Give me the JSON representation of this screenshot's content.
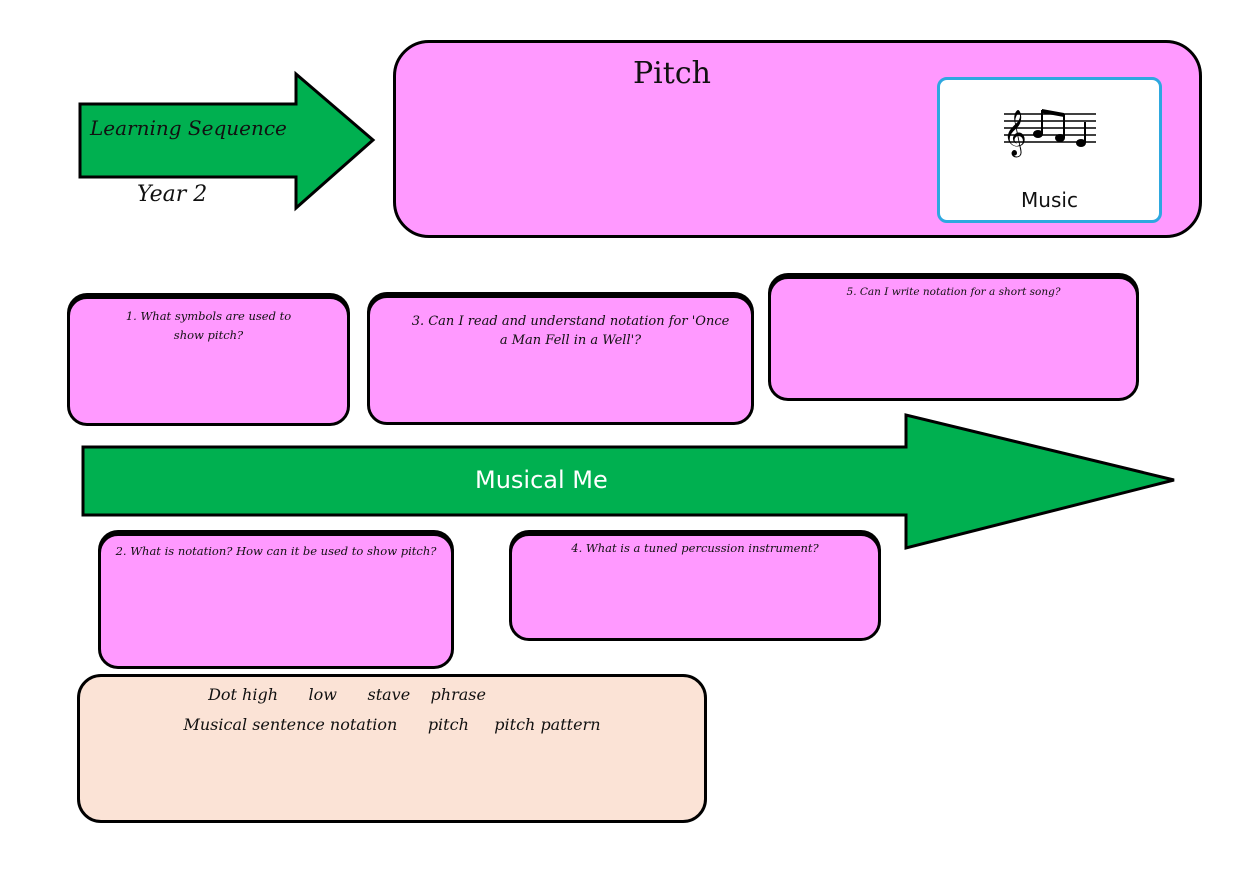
{
  "header": {
    "arrow_label": "Learning Sequence",
    "year_label": "Year 2",
    "topic_title": "Pitch",
    "subject_card": {
      "icon": "music-notes-icon",
      "label": "Music"
    }
  },
  "timeline": {
    "label": "Musical Me"
  },
  "questions": [
    {
      "text": "1. What symbols are used to show pitch?"
    },
    {
      "text": "2. What is notation? How can it be used to show pitch?"
    },
    {
      "text": "3. Can I read and understand notation for 'Once a Man Fell in a Well'?"
    },
    {
      "text": "4. What is a tuned percussion instrument?"
    },
    {
      "text": "5. Can I write notation for a short song?"
    }
  ],
  "vocabulary": {
    "line1": "Dot high      low      stave    phrase",
    "line2": "Musical sentence notation      pitch     pitch pattern"
  },
  "colors": {
    "arrow_green": "#00b050",
    "card_pink": "#ff99ff",
    "vocab_peach": "#fbe3d6",
    "subject_border": "#2ea8e0"
  }
}
